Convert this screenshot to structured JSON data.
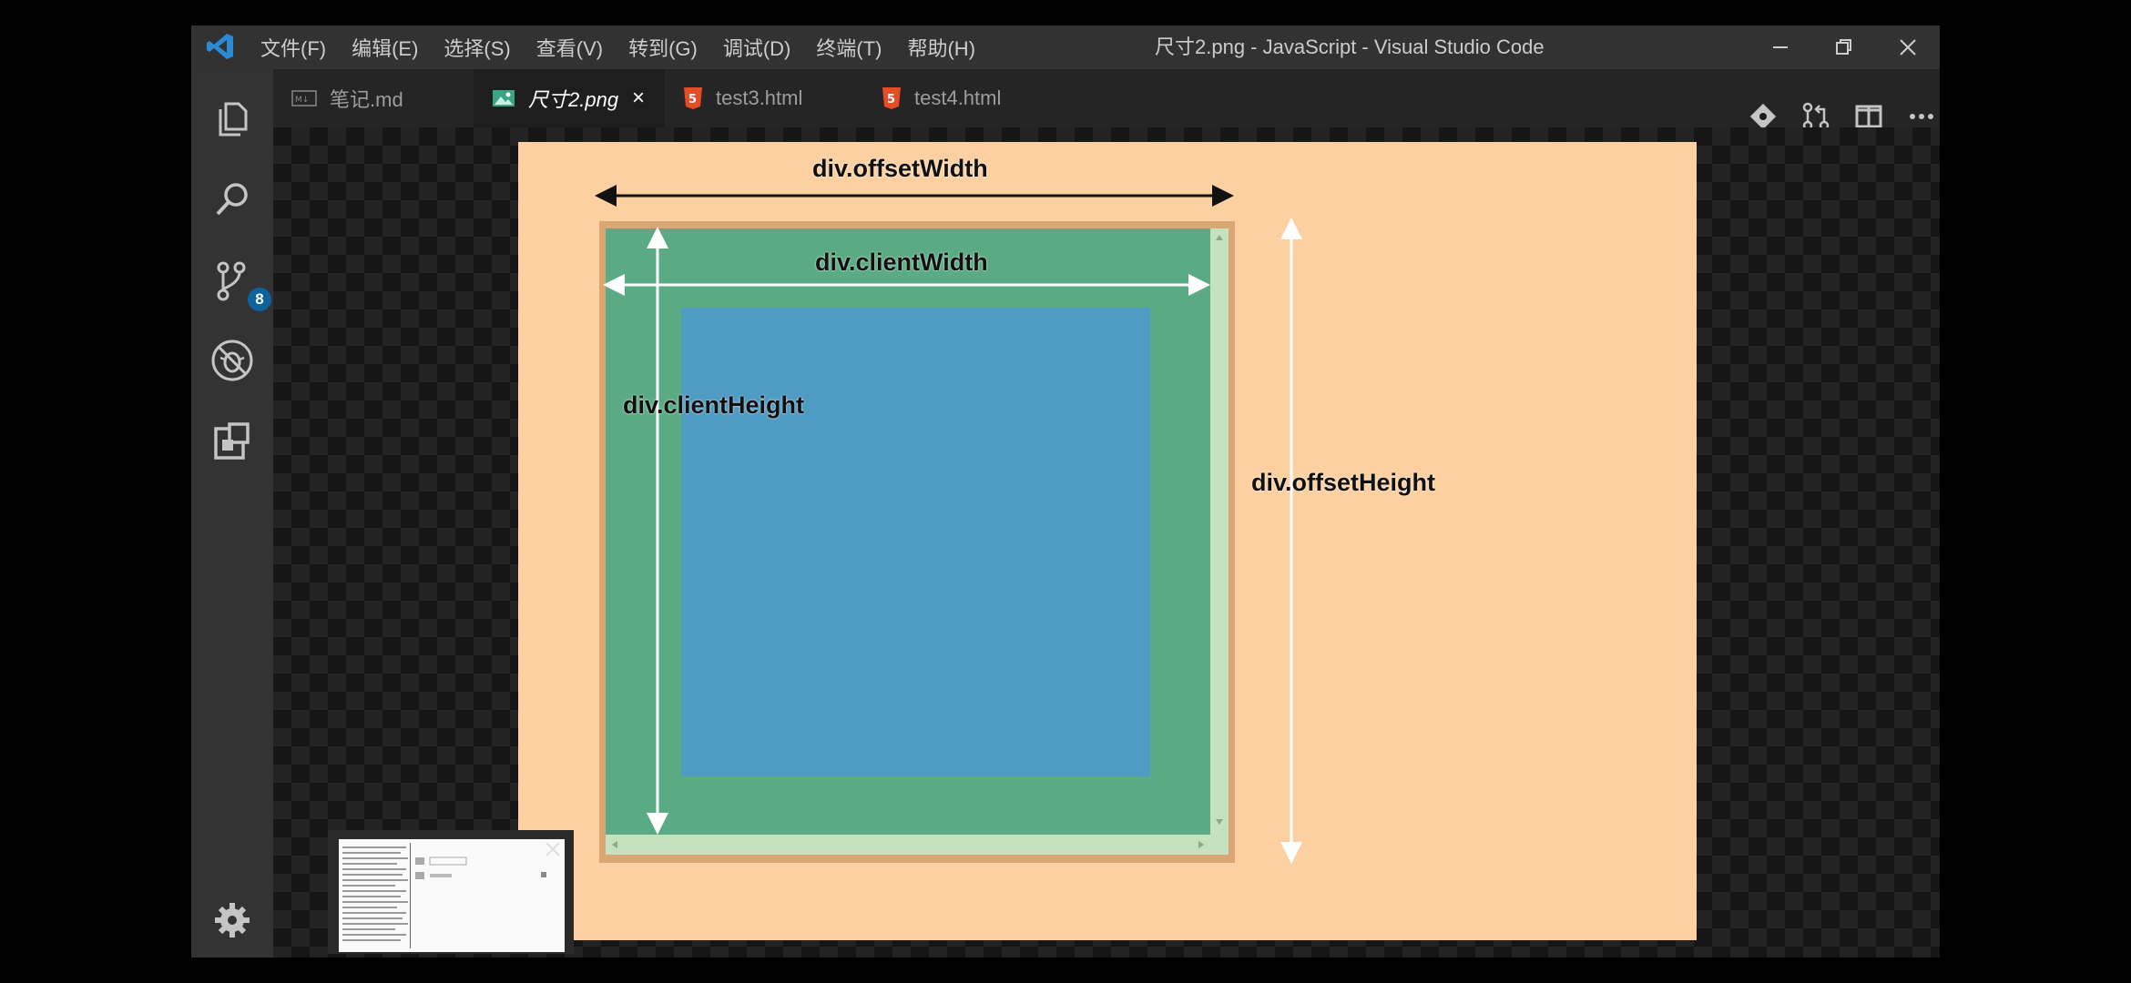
{
  "titlebar": {
    "menu": [
      "文件(F)",
      "编辑(E)",
      "选择(S)",
      "查看(V)",
      "转到(G)",
      "调试(D)",
      "终端(T)",
      "帮助(H)"
    ],
    "window_title": "尺寸2.png - JavaScript - Visual Studio Code"
  },
  "activity_bar": {
    "icons": [
      "files-icon",
      "search-icon",
      "source-control-icon",
      "debug-icon",
      "extensions-icon",
      "gear-icon"
    ],
    "scm_badge": "8"
  },
  "tabs": [
    {
      "label": "笔记.md",
      "icon": "markdown-icon",
      "active": false
    },
    {
      "label": "尺寸2.png",
      "icon": "image-icon",
      "active": true,
      "close": "×"
    },
    {
      "label": "test3.html",
      "icon": "html5-icon",
      "active": false
    },
    {
      "label": "test4.html",
      "icon": "html5-icon",
      "active": false
    }
  ],
  "toolbar_icons": [
    "git-compare-icon",
    "pull-request-icon",
    "split-editor-icon",
    "more-icon"
  ],
  "diagram": {
    "offset_width": "div.offsetWidth",
    "client_width": "div.clientWidth",
    "client_height": "div.clientHeight",
    "offset_height": "div.offsetHeight"
  },
  "colors": {
    "canvas": "#fdd0a2",
    "border": "#d8a774",
    "padding": "#5aab84",
    "content": "#4e9bc3",
    "scrollbar": "#c5e1bd",
    "scm_badge": "#0e639c"
  }
}
